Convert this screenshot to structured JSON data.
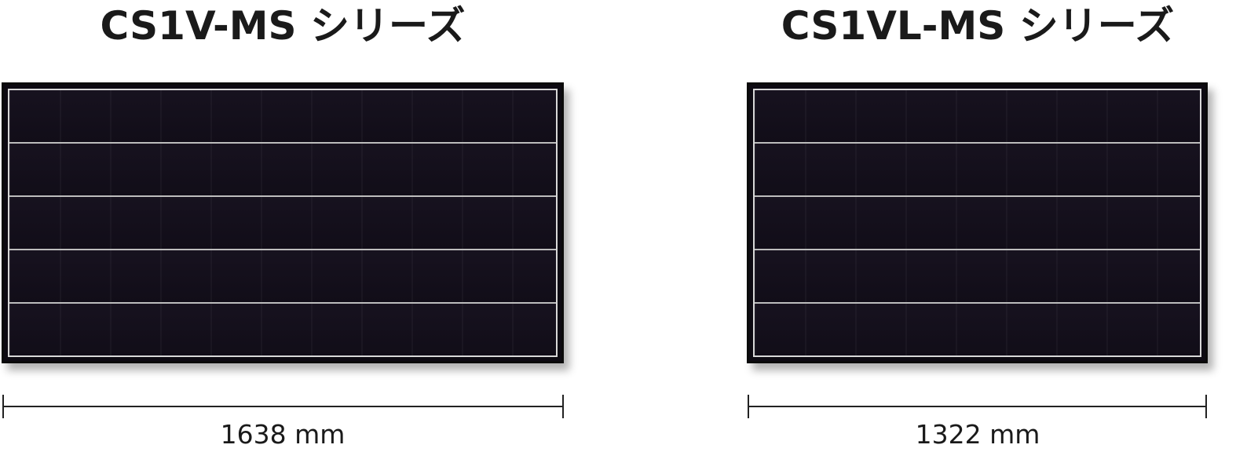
{
  "series": [
    {
      "title": "CS1V-MS シリーズ",
      "width_label": "1638 mm"
    },
    {
      "title": "CS1VL-MS シリーズ",
      "width_label": "1322 mm"
    }
  ],
  "colors": {
    "panel_cell": "#130f1b",
    "panel_frame": "#0a0a0a",
    "panel_divider": "#bdbdbd",
    "text": "#1a1a1a"
  }
}
